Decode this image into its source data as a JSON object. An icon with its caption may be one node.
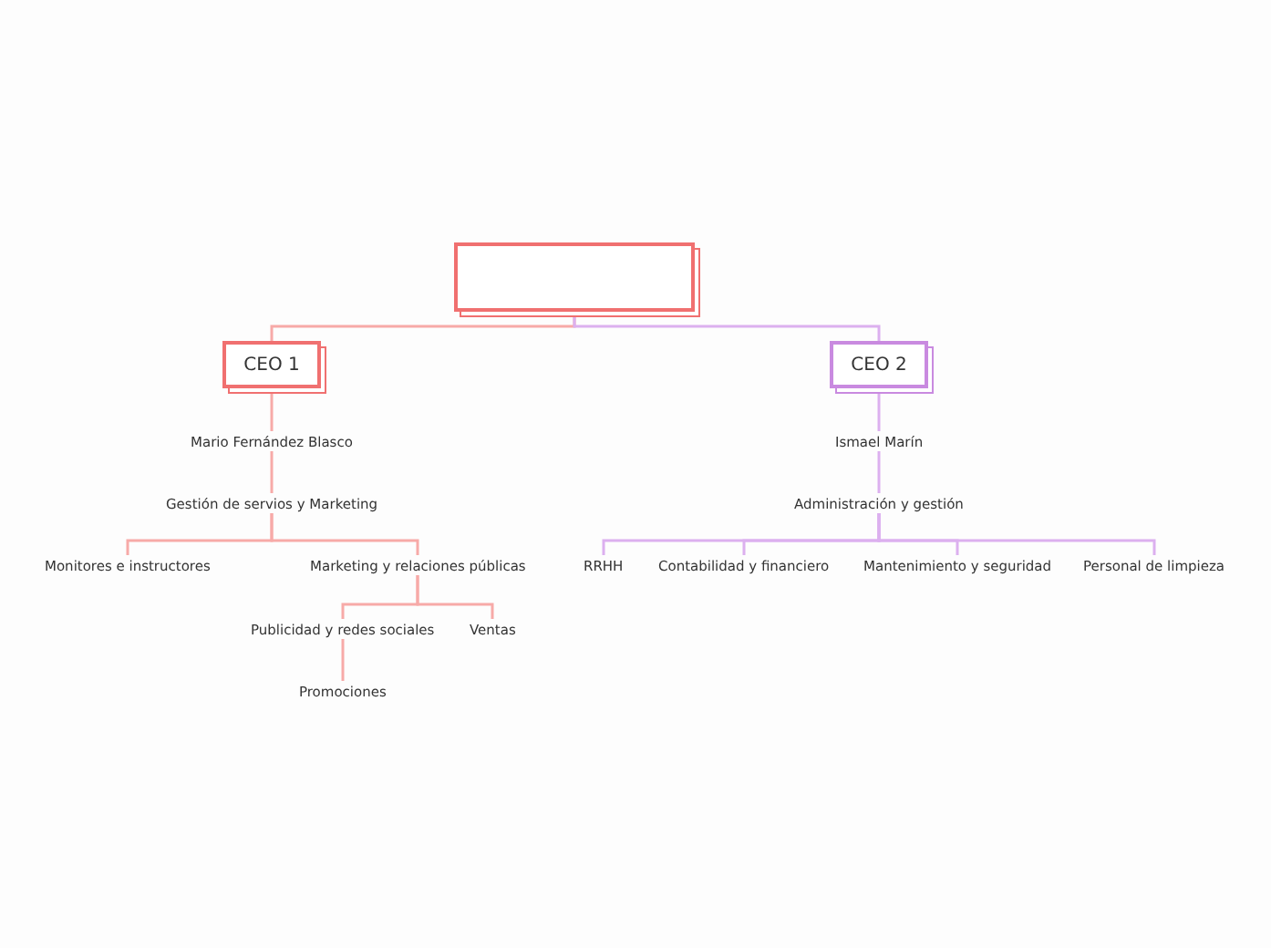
{
  "diagram": {
    "nodes": [
      {
        "text": [],
        "shape": "box"
      },
      {
        "text": [
          "CEO 1"
        ]
      },
      {
        "text": [
          "CEO 2"
        ]
      },
      {
        "text": [
          "Mario Fernández Blasco"
        ]
      },
      {
        "text": [
          "Gestión de servios y Marketing"
        ]
      },
      {
        "text": [
          "Monitores e instructores"
        ]
      },
      {
        "text": [
          "Marketing y relaciones públicas"
        ]
      },
      {
        "text": [
          "Publicidad y redes sociales"
        ]
      },
      {
        "text": [
          "Ventas"
        ]
      },
      {
        "text": [
          "Promociones"
        ]
      },
      {
        "text": [
          "Ismael Marín"
        ]
      },
      {
        "text": [
          "Administración y gestión"
        ]
      },
      {
        "text": [
          "RRHH"
        ]
      },
      {
        "text": [
          "Contabilidad y financiero"
        ]
      },
      {
        "text": [
          "Mantenimiento y seguridad"
        ]
      },
      {
        "text": [
          "Personal de limpieza"
        ]
      }
    ],
    "edges": [
      {
        "from": 0,
        "to": 1,
        "arrow": "none"
      },
      {
        "from": 0,
        "to": 2,
        "arrow": "none",
        "color": "#dcb0ef"
      },
      {
        "from": 1,
        "to": 3,
        "arrow": "none"
      },
      {
        "from": 3,
        "to": 4,
        "arrow": "none"
      },
      {
        "from": 4,
        "to": 5,
        "arrow": "none"
      },
      {
        "from": 4,
        "to": 6,
        "arrow": "none"
      },
      {
        "from": 6,
        "to": 7,
        "arrow": "none"
      },
      {
        "from": 6,
        "to": 8,
        "arrow": "none"
      },
      {
        "from": 7,
        "to": 9,
        "arrow": "none"
      },
      {
        "from": 2,
        "to": 10,
        "arrow": "none",
        "color": "#dcb0ef"
      },
      {
        "from": 10,
        "to": 11,
        "arrow": "none",
        "color": "#dcb0ef"
      },
      {
        "from": 11,
        "to": 12,
        "arrow": "none",
        "color": "#dcb0ef"
      },
      {
        "from": 11,
        "to": 13,
        "arrow": "none",
        "color": "#dcb0ef"
      },
      {
        "from": 11,
        "to": 14,
        "arrow": "none",
        "color": "#dcb0ef"
      },
      {
        "from": 11,
        "to": 15,
        "arrow": "none",
        "color": "#dcb0ef"
      }
    ]
  }
}
